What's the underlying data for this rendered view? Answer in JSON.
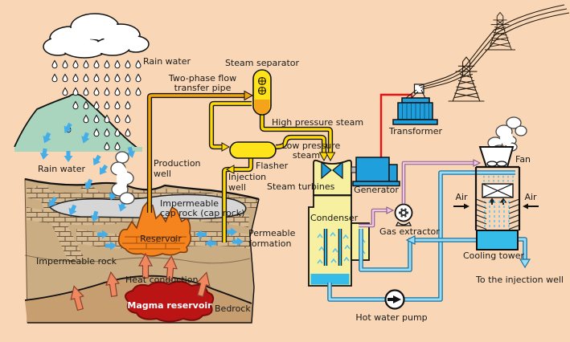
{
  "colors": {
    "bg": "#f9d7b6",
    "text": "#1a1a1a",
    "ground": "#cbad84",
    "bedrock": "#c79e70",
    "band": "#d6bb92",
    "brick_line": "#6b5139",
    "mountain": "#a9d4bd",
    "steam_pipe": "#ffd900",
    "two_phase_pipe": "#f0a40a",
    "pale_component": "#f6f0a0",
    "bright_component": "#ffe31a",
    "machine_blue": "#1f9fdc",
    "water_blue": "#35bce8",
    "pipe_blue_inner": "#9adcf5",
    "pipe_blue_outline": "#16729f",
    "pipe_pink_inner": "#eecade",
    "pipe_pink_outline": "#8a5a8a",
    "wire_red": "#ee1111",
    "magma": "#bb1414",
    "reservoir": "#f5831e",
    "cap_rock": "#d6d6d6",
    "arrow_blue": "#45aee8",
    "arrow_heat": "#f0885f",
    "arrow_heat_outline": "#8a4030"
  },
  "labels": {
    "surface": {
      "rain_water_cloud": "Rain water",
      "rain_water_ground": "Rain water"
    },
    "wells": {
      "production_line1": "Production",
      "production_line2": "well",
      "injection_line1": "Injection",
      "injection_line2": "well",
      "to_injection_well": "To the injection well"
    },
    "steam_circuit": {
      "two_phase_line1": "Two-phase flow",
      "two_phase_line2": "transfer pipe",
      "steam_separator": "Steam separator",
      "high_pressure_steam": "High pressure steam",
      "low_pressure_line1": "Low pressure",
      "low_pressure_line2": "steam",
      "flasher": "Flasher",
      "steam_turbines": "Steam turbines",
      "condenser": "Condenser",
      "gas_extractor": "Gas extractor",
      "hot_water_pump": "Hot water pump"
    },
    "power": {
      "generator": "Generator",
      "transformer": "Transformer"
    },
    "cooling": {
      "fan": "Fan",
      "air_left": "Air",
      "air_right": "Air",
      "cooling_tower": "Cooling tower"
    },
    "geology": {
      "cap_rock_line1": "Impermeable",
      "cap_rock_line2": "cap rock (cap rock)",
      "reservoir": "Reservoir",
      "permeable_line1": "Permeable",
      "permeable_line2": "formation",
      "impermeable_rock": "Impermeable rock",
      "heat_conduction": "Heat conduction",
      "magma_reservoir": "Magma reservoir",
      "bedrock": "Bedrock"
    }
  }
}
